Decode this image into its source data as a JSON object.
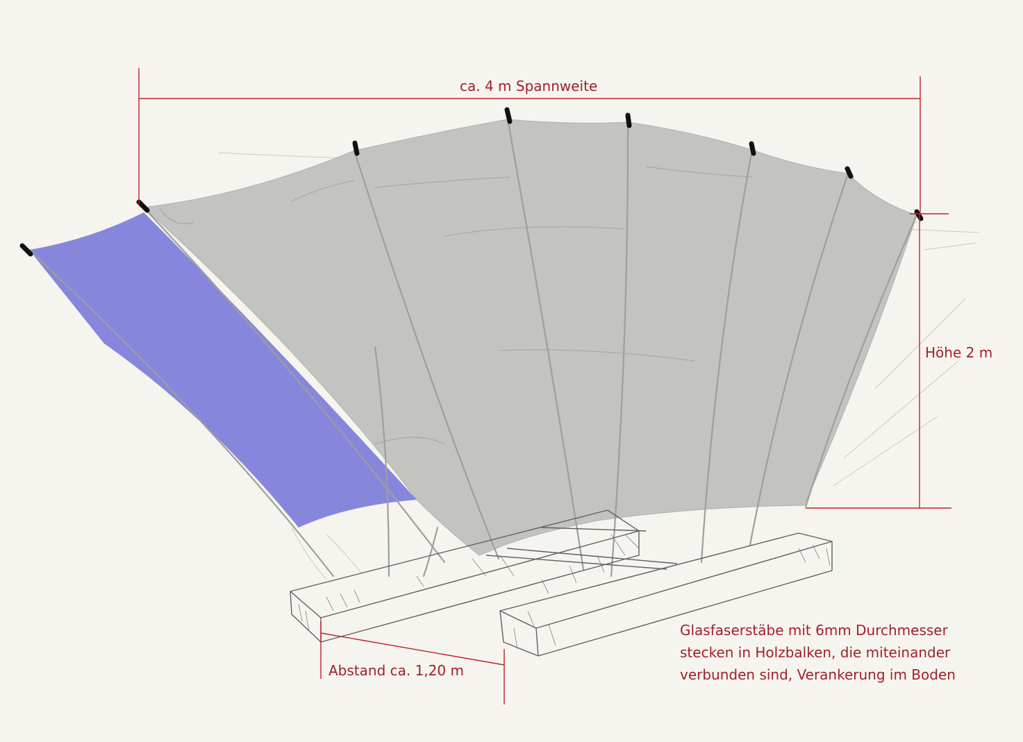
{
  "labels": {
    "span": "ca. 4 m Spannweite",
    "height": "Höhe 2 m",
    "distance": "Abstand ca. 1,20 m",
    "note": [
      "Glasfaserstäbe mit 6mm Durchmesser",
      "stecken in Holzbalken, die miteinander",
      "verbunden sind, Verankerung im Boden"
    ]
  },
  "colors": {
    "background": "#f6f4ee",
    "membrane": "#c3c3c1",
    "membrane_highlight": "#8687dc",
    "dimension_lines": "#c0202c",
    "pencil": "#6a6a6a",
    "rod_tips": "#111111"
  }
}
